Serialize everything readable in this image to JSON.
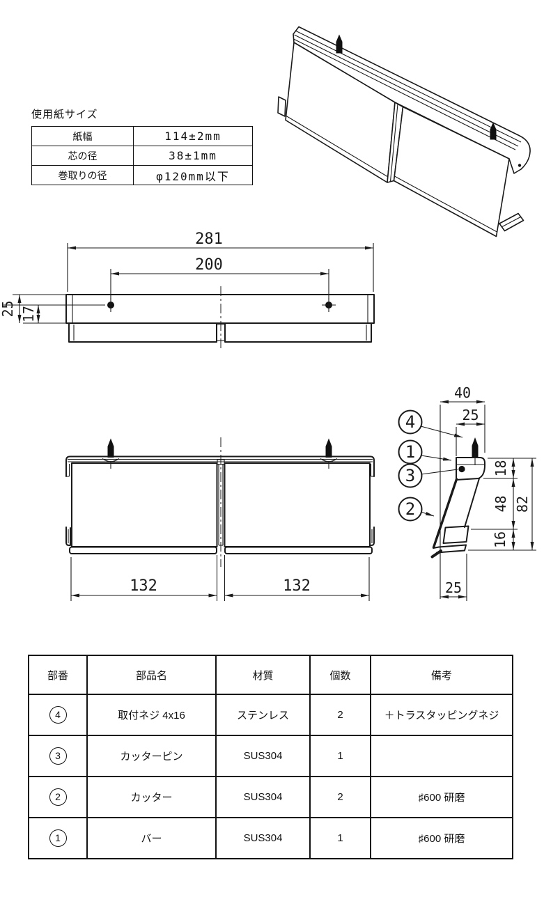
{
  "spec_table": {
    "title": "使用紙サイズ",
    "rows": [
      {
        "label": "紙幅",
        "value": "114±2mm"
      },
      {
        "label": "芯の径",
        "value": "38±1mm"
      },
      {
        "label": "巻取りの径",
        "value": "φ120mm以下"
      }
    ]
  },
  "drawings": {
    "line_color": "#1a1a1a",
    "top_view": {
      "overall_width": "281",
      "hole_pitch": "200",
      "depth": "25",
      "hole_offset": "17"
    },
    "front_view": {
      "left_width": "132",
      "right_width": "132"
    },
    "side_view": {
      "total_depth": "40",
      "top_width": "25",
      "upper_height": "18",
      "middle_height": "48",
      "lower_height": "16",
      "total_height": "82",
      "bottom_width": "25",
      "callouts": [
        {
          "label": "4"
        },
        {
          "label": "1"
        },
        {
          "label": "3"
        },
        {
          "label": "2"
        }
      ]
    }
  },
  "parts_table": {
    "headers": [
      "部番",
      "部品名",
      "材質",
      "個数",
      "備考"
    ],
    "rows": [
      {
        "no": "4",
        "name": "取付ネジ 4x16",
        "material": "ステンレス",
        "qty": "2",
        "note": "＋トラスタッピングネジ"
      },
      {
        "no": "3",
        "name": "カッターピン",
        "material": "SUS304",
        "qty": "1",
        "note": ""
      },
      {
        "no": "2",
        "name": "カッター",
        "material": "SUS304",
        "qty": "2",
        "note": "♯600 研磨"
      },
      {
        "no": "1",
        "name": "バー",
        "material": "SUS304",
        "qty": "1",
        "note": "♯600 研磨"
      }
    ]
  }
}
